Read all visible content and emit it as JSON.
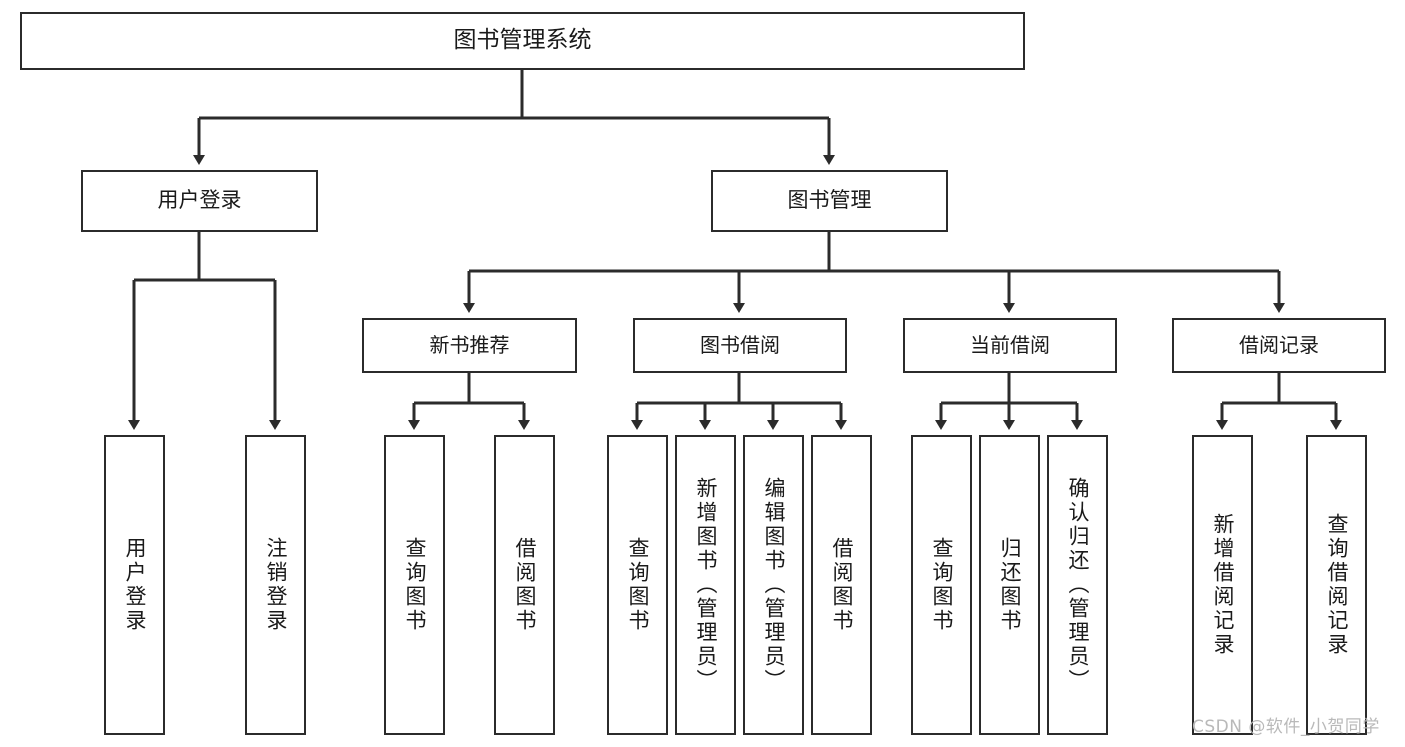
{
  "diagram": {
    "type": "tree-hierarchy",
    "title": "图书管理系统",
    "root": {
      "label": "图书管理系统"
    },
    "level2": [
      {
        "label": "用户登录"
      },
      {
        "label": "图书管理"
      }
    ],
    "level3": [
      {
        "label": "新书推荐"
      },
      {
        "label": "图书借阅"
      },
      {
        "label": "当前借阅"
      },
      {
        "label": "借阅记录"
      }
    ],
    "leaves": {
      "user_login": [
        {
          "label": "用户登录"
        },
        {
          "label": "注销登录"
        }
      ],
      "new_book_recommend": [
        {
          "label": "查询图书"
        },
        {
          "label": "借阅图书"
        }
      ],
      "book_borrow": [
        {
          "label": "查询图书"
        },
        {
          "label": "新增图书（管理员）"
        },
        {
          "label": "编辑图书（管理员）"
        },
        {
          "label": "借阅图书"
        }
      ],
      "current_borrow": [
        {
          "label": "查询图书"
        },
        {
          "label": "归还图书"
        },
        {
          "label": "确认归还（管理员）"
        }
      ],
      "borrow_record": [
        {
          "label": "新增借阅记录"
        },
        {
          "label": "查询借阅记录"
        }
      ]
    }
  },
  "watermark": {
    "text": "CSDN @软件_小贺同学"
  },
  "colors": {
    "border": "#2b2b2b",
    "text": "#1a1a1a",
    "background": "#ffffff",
    "watermark": "#b9b9b9"
  }
}
